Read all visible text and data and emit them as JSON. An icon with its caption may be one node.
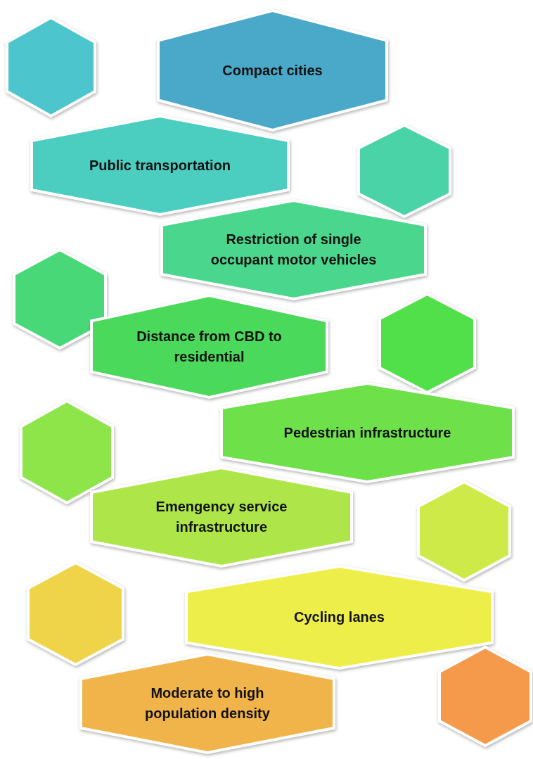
{
  "diagram": {
    "nodes": [
      {
        "text": [],
        "shape": "hexagon"
      },
      {
        "text": [
          "Compact cities"
        ]
      },
      {
        "text": [
          "Public transportation"
        ]
      },
      {
        "text": [],
        "shape": "hexagon"
      },
      {
        "text": [
          "Restriction of single occupant motor vehicles"
        ]
      },
      {
        "text": [],
        "shape": "hexagon"
      },
      {
        "text": [
          "Distance from CBD to residential"
        ]
      },
      {
        "text": [],
        "shape": "hexagon"
      },
      {
        "text": [
          "Pedestrian infrastructure"
        ]
      },
      {
        "text": [],
        "shape": "hexagon"
      },
      {
        "text": [
          "Emengency service infrastructure"
        ]
      },
      {
        "text": [],
        "shape": "hexagon"
      },
      {
        "text": [],
        "shape": "hexagon"
      },
      {
        "text": [
          "Cycling lanes"
        ]
      },
      {
        "text": [
          "Moderate to high population density"
        ]
      },
      {
        "text": [],
        "shape": "hexagon"
      }
    ]
  }
}
